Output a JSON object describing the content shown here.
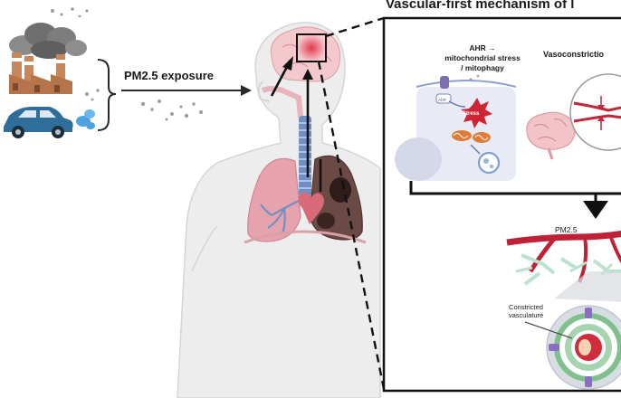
{
  "diagram": {
    "exposure_label": "PM2.5 exposure",
    "mechanism_title": "Vascular-first mechanism of l",
    "ahr_label": "AHR →\nmitochondrial stress\n/ mitophagy",
    "stress_tag": "Stress",
    "ahr_tag": "AhR",
    "vasoconstriction_label": "Vasoconstrictio",
    "pm_label_small": "PM2.5",
    "constricted_label": "Constricted\nvasculature"
  },
  "colors": {
    "smoke": "#7d7d7d",
    "factory": "#c8875a",
    "car": "#2f6d9a",
    "body": "#ededed",
    "lung": "#e6a3ad",
    "damaged_lung": "#6b4a45",
    "vessel": "#c0283a",
    "trachea": "#6f90c4",
    "bracket": "#2a2a2a"
  }
}
